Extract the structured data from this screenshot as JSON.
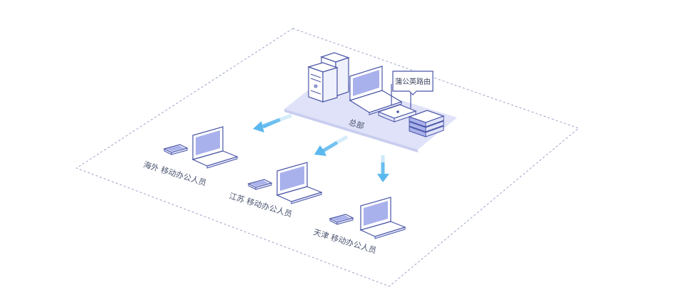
{
  "diagram": {
    "headquarters": {
      "label": "总部",
      "router_label": "蒲公英路由"
    },
    "sites": [
      {
        "label": "海外 移动办公人员"
      },
      {
        "label": "江苏 移动办公人员"
      },
      {
        "label": "天津 移动办公人员"
      }
    ],
    "colors": {
      "outline": "#4a56a6",
      "screen": "#a9b1ec",
      "platform": "#dfe2f8",
      "arrow": "#5bb8ee",
      "boundary": "#9aa3c8"
    }
  }
}
